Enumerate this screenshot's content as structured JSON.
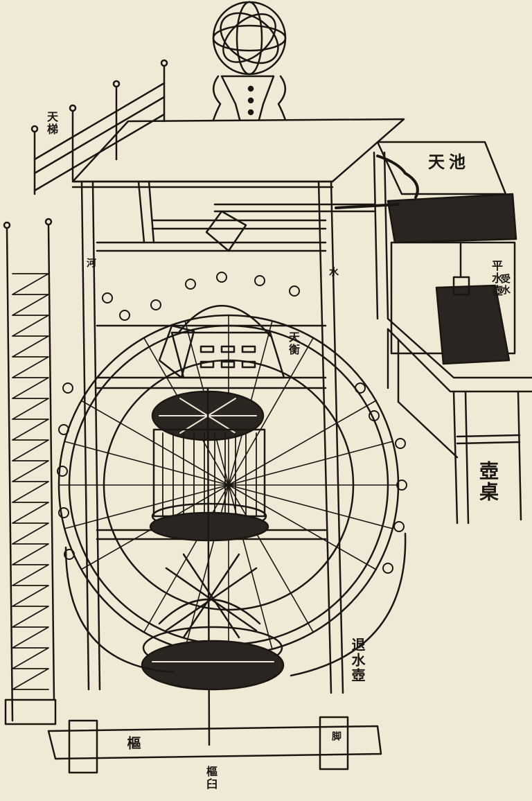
{
  "labels": {
    "tianchi": "天池",
    "pingshui": "平水壺",
    "huzhuo": "壺桌",
    "tuishui": "退水壺",
    "shuji": "樞臼",
    "shu": "樞",
    "jiao": "脚",
    "tianti": "天梯",
    "xinghe": "河",
    "shuyuan": "水",
    "tianheng": "天衡",
    "shuhu": "受水"
  },
  "colors": {
    "paper": "#efe9d6",
    "ink": "#1a1612",
    "shade": "#2a2520"
  }
}
